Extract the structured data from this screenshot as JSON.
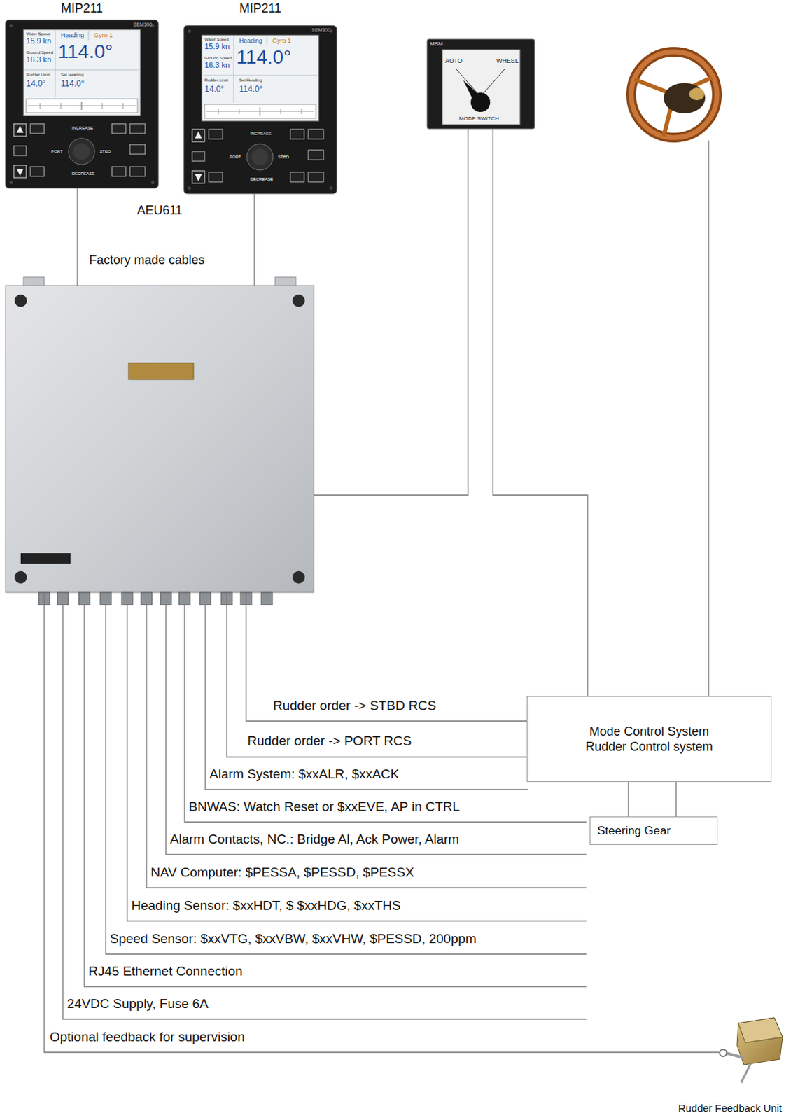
{
  "diagram": {
    "nodes": [
      {
        "text": [
          "MIP211"
        ]
      },
      {
        "text": [
          "MIP211"
        ]
      },
      {
        "text": [
          "MSM",
          "AUTO",
          "WHEEL",
          "MODE SWITCH"
        ]
      },
      {
        "text": [
          "AEU611"
        ]
      },
      {
        "text": [
          "Mode Control System Rudder Control system"
        ]
      },
      {
        "text": [
          "Steering Gear"
        ]
      },
      {
        "text": [
          "Rudder Feedback Unit"
        ]
      }
    ],
    "edges": [
      {
        "from": 0,
        "to": 3,
        "arrow": "none"
      },
      {
        "from": 1,
        "to": 3,
        "arrow": "none"
      },
      {
        "from": 2,
        "to": 3,
        "arrow": "none"
      },
      {
        "from": 2,
        "to": 4,
        "arrow": "none"
      },
      {
        "from": 3,
        "to": 4,
        "label": "Rudder order -> STBD RCS",
        "arrow": "none"
      },
      {
        "from": 3,
        "to": 4,
        "label": "Rudder order -> PORT RCS",
        "arrow": "none"
      },
      {
        "from": 4,
        "to": 5,
        "arrow": "none"
      },
      {
        "from": 4,
        "to": 5,
        "arrow": "none"
      },
      {
        "from": 3,
        "to": 6,
        "label": "Optional feedback for supervision",
        "arrow": "none"
      }
    ],
    "labels": [
      "SEM300",
      "Water Speed",
      "15.9 kn",
      "Heading",
      "Gyro 1",
      "114.0°",
      "Ground Speed",
      "16.3 kn",
      "Rudder Limit",
      "Set Heading",
      "14.0°",
      "114.0°",
      "INCREASE",
      "PORT",
      "STBD",
      "DECREASE",
      "SEM300",
      "Water Speed",
      "15.9 kn",
      "Heading",
      "Gyro 1",
      "114.0°",
      "Ground Speed",
      "16.3 kn",
      "Rudder Limit",
      "Set Heading",
      "14.0°",
      "114.0°",
      "INCREASE",
      "PORT",
      "STBD",
      "DECREASE",
      "Factory made cables",
      "Alarm System: $xxALR, $xxACK",
      "BNWAS: Watch Reset or $xxEVE, AP in CTRL",
      "Alarm Contacts, NC.: Bridge Al, Ack Power, Alarm",
      "NAV Computer: $PESSA, $PESSD, $PESSX",
      "Heading Sensor: $xxHDT, $ $xxHDG, $xxTHS",
      "Speed Sensor: $xxVTG, $xxVBW, $xxVHW, $PESSD, 200ppm",
      "RJ45 Ethernet Connection",
      "24VDC Supply, Fuse 6A"
    ]
  }
}
